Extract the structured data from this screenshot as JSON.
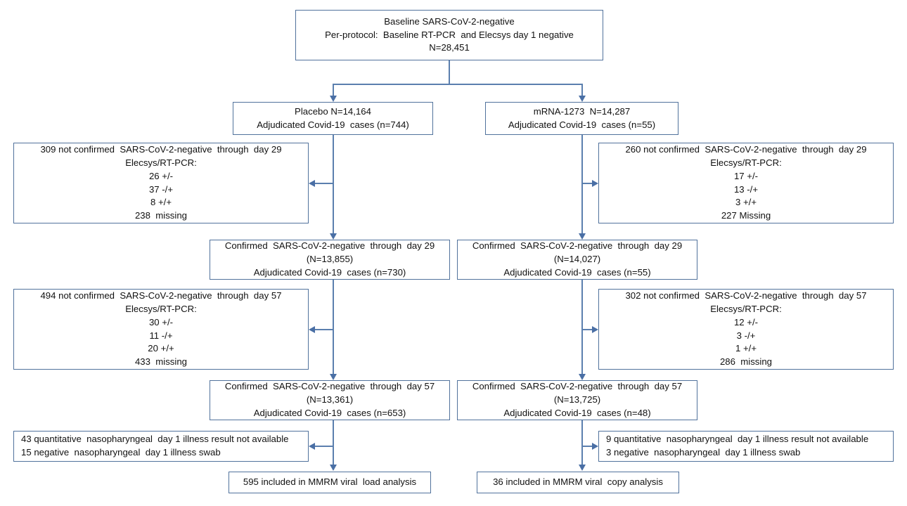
{
  "diagram": {
    "type": "consort-flow-diagram",
    "title": "Baseline SARS-CoV-2-negative per-protocol participant flow",
    "line_color": "#5b7fae",
    "arrow_color": "#4a6fa5",
    "box_border_color": "#51729c",
    "text_color": "#111111",
    "background": "#ffffff"
  },
  "boxes": {
    "baseline": {
      "lines": [
        "Baseline SARS-CoV-2-negative",
        "Per-protocol:  Baseline RT-PCR  and Elecsys day 1 negative",
        "N=28,451"
      ]
    },
    "placebo": {
      "lines": [
        "Placebo N=14,164",
        "Adjudicated Covid-19  cases (n=744)"
      ]
    },
    "mrna": {
      "lines": [
        "mRNA-1273  N=14,287",
        "Adjudicated Covid-19  cases (n=55)"
      ]
    },
    "excl_left_d29": {
      "lines": [
        "309 not confirmed  SARS-CoV-2-negative  through  day 29",
        "Elecsys/RT-PCR:",
        "26 +/-",
        "37 -/+",
        "8 +/+",
        "238  missing"
      ]
    },
    "excl_right_d29": {
      "lines": [
        "260 not confirmed  SARS-CoV-2-negative  through  day 29",
        "Elecsys/RT-PCR:",
        "17 +/-",
        "13 -/+",
        "3 +/+",
        "227 Missing"
      ]
    },
    "conf_left_d29": {
      "lines": [
        "Confirmed  SARS-CoV-2-negative  through  day 29",
        "(N=13,855)",
        "Adjudicated Covid-19  cases (n=730)"
      ]
    },
    "conf_right_d29": {
      "lines": [
        "Confirmed  SARS-CoV-2-negative  through  day 29",
        "(N=14,027)",
        "Adjudicated Covid-19  cases (n=55)"
      ]
    },
    "excl_left_d57": {
      "lines": [
        "494 not confirmed  SARS-CoV-2-negative  through  day 57",
        "Elecsys/RT-PCR:",
        "30 +/-",
        "11 -/+",
        "20 +/+",
        "433  missing"
      ]
    },
    "excl_right_d57": {
      "lines": [
        "302 not confirmed  SARS-CoV-2-negative  through  day 57",
        "Elecsys/RT-PCR:",
        "12 +/-",
        "3 -/+",
        "1 +/+",
        "286  missing"
      ]
    },
    "conf_left_d57": {
      "lines": [
        "Confirmed  SARS-CoV-2-negative  through  day 57",
        "(N=13,361)",
        "Adjudicated Covid-19  cases (n=653)"
      ]
    },
    "conf_right_d57": {
      "lines": [
        "Confirmed  SARS-CoV-2-negative  through  day 57",
        "(N=13,725)",
        "Adjudicated Covid-19  cases (n=48)"
      ]
    },
    "excl_left_swab": {
      "lines": [
        "43 quantitative  nasopharyngeal  day 1 illness result not available",
        "15 negative  nasopharyngeal  day 1 illness swab"
      ]
    },
    "excl_right_swab": {
      "lines": [
        "9 quantitative  nasopharyngeal  day 1 illness result not available",
        "3 negative  nasopharyngeal  day 1 illness swab"
      ]
    },
    "final_left": {
      "lines": [
        "595 included in MMRM viral  load analysis"
      ]
    },
    "final_right": {
      "lines": [
        "36 included in MMRM viral  copy analysis"
      ]
    }
  },
  "counts": {
    "baseline_n": 28451,
    "placebo_n": 14164,
    "placebo_cases": 744,
    "mrna_n": 14287,
    "mrna_cases": 55,
    "excl_left_d29_total": 309,
    "excl_left_d29_breakdown": {
      "plus_minus": 26,
      "minus_plus": 37,
      "plus_plus": 8,
      "missing": 238
    },
    "excl_right_d29_total": 260,
    "excl_right_d29_breakdown": {
      "plus_minus": 17,
      "minus_plus": 13,
      "plus_plus": 3,
      "missing": 227
    },
    "conf_left_d29_n": 13855,
    "conf_left_d29_cases": 730,
    "conf_right_d29_n": 14027,
    "conf_right_d29_cases": 55,
    "excl_left_d57_total": 494,
    "excl_left_d57_breakdown": {
      "plus_minus": 30,
      "minus_plus": 11,
      "plus_plus": 20,
      "missing": 433
    },
    "excl_right_d57_total": 302,
    "excl_right_d57_breakdown": {
      "plus_minus": 12,
      "minus_plus": 3,
      "plus_plus": 1,
      "missing": 286
    },
    "conf_left_d57_n": 13361,
    "conf_left_d57_cases": 653,
    "conf_right_d57_n": 13725,
    "conf_right_d57_cases": 48,
    "excl_left_swab": {
      "no_result": 43,
      "negative_swab": 15
    },
    "excl_right_swab": {
      "no_result": 9,
      "negative_swab": 3
    },
    "final_left_n": 595,
    "final_right_n": 36
  }
}
